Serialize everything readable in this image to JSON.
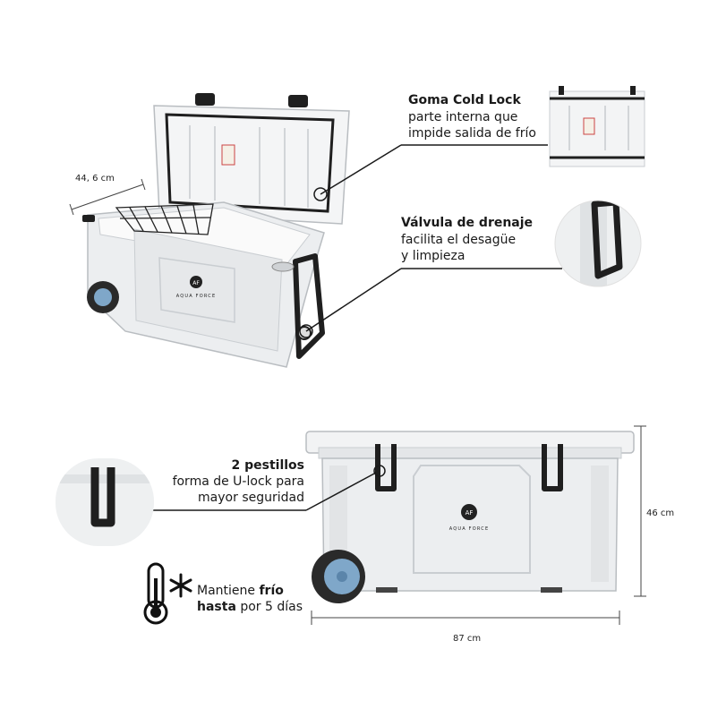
{
  "dimensions": {
    "depth": "44, 6 cm",
    "height": "46 cm",
    "length": "87 cm"
  },
  "brand": {
    "logo_initials": "AF",
    "name": "AQUA FORCE"
  },
  "callouts": {
    "cold_lock": {
      "title": "Goma Cold Lock",
      "line1": "parte interna que",
      "line2": "impide salida de frío"
    },
    "drain_valve": {
      "title": "Válvula de drenaje",
      "line1": "facilita el desagüe",
      "line2": "y limpieza"
    },
    "latches": {
      "title": "2 pestillos",
      "line1": "forma de U-lock para",
      "line2": "mayor seguridad"
    },
    "cold_retention": {
      "prefix": "Mantiene ",
      "bold1": "frío",
      "bold2": "hasta",
      "suffix": " por 5 días"
    }
  },
  "colors": {
    "cooler_body": "#eceef0",
    "cooler_shadow": "#c9cdd1",
    "hardware": "#1f1f1f",
    "wheel_hub": "#7fa7c9"
  }
}
